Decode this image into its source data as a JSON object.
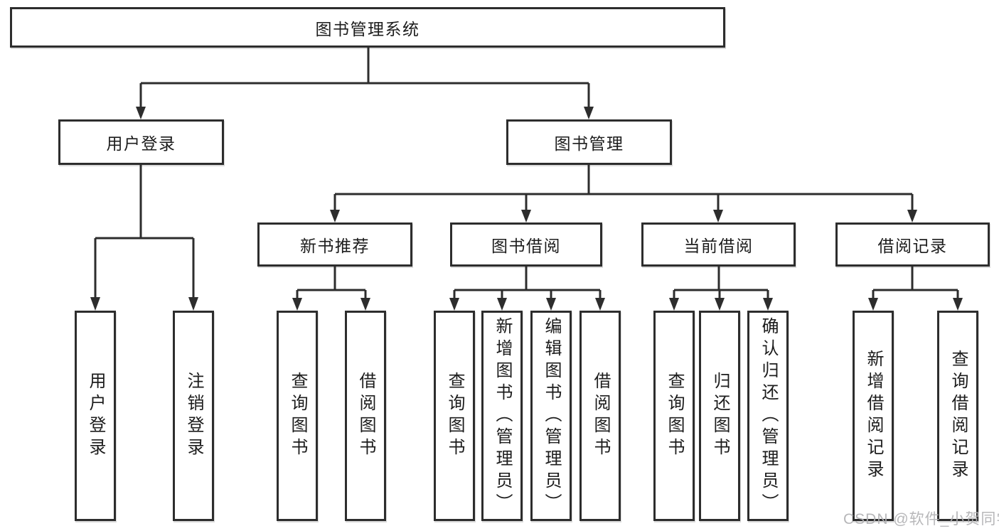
{
  "colors": {
    "line": "#2d2d2d",
    "text": "#1c1c1c",
    "watermark": "#b1b1b4",
    "background": "#ffffff"
  },
  "watermark": {
    "text": "CSDN @软件_小贺同学"
  },
  "tree": {
    "label": "图书管理系统",
    "children": [
      {
        "label": "用户登录",
        "children": [
          {
            "label": "用户登录"
          },
          {
            "label": "注销登录"
          }
        ]
      },
      {
        "label": "图书管理",
        "children": [
          {
            "label": "新书推荐",
            "children": [
              {
                "label": "查询图书"
              },
              {
                "label": "借阅图书"
              }
            ]
          },
          {
            "label": "图书借阅",
            "children": [
              {
                "label": "查询图书"
              },
              {
                "label": "新增图书（管理员）"
              },
              {
                "label": "编辑图书（管理员）"
              },
              {
                "label": "借阅图书"
              }
            ]
          },
          {
            "label": "当前借阅",
            "children": [
              {
                "label": "查询图书"
              },
              {
                "label": "归还图书"
              },
              {
                "label": "确认归还（管理员）"
              }
            ]
          },
          {
            "label": "借阅记录",
            "children": [
              {
                "label": "新增借阅记录"
              },
              {
                "label": "查询借阅记录"
              }
            ]
          }
        ]
      }
    ]
  }
}
